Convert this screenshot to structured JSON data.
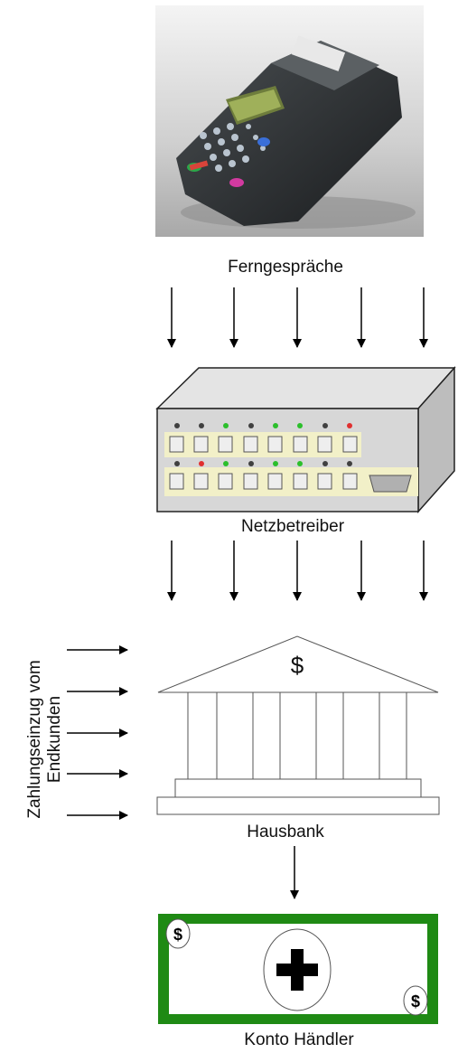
{
  "labels": {
    "ferngesprache": "Ferngespräche",
    "netzbetreiber": "Netzbetreiber",
    "hausbank": "Hausbank",
    "konto": "Konto Händler",
    "zahlung_line1": "Zahlungseinzug vom",
    "zahlung_line2": "Endkunden"
  },
  "symbols": {
    "bank_dollar": "$",
    "note_dollar_tl": "$",
    "note_dollar_br": "$"
  },
  "colors": {
    "note_green": "#1f8a14",
    "led_green": "#2bbf2b",
    "led_red": "#e03030",
    "led_dark": "#404040"
  }
}
